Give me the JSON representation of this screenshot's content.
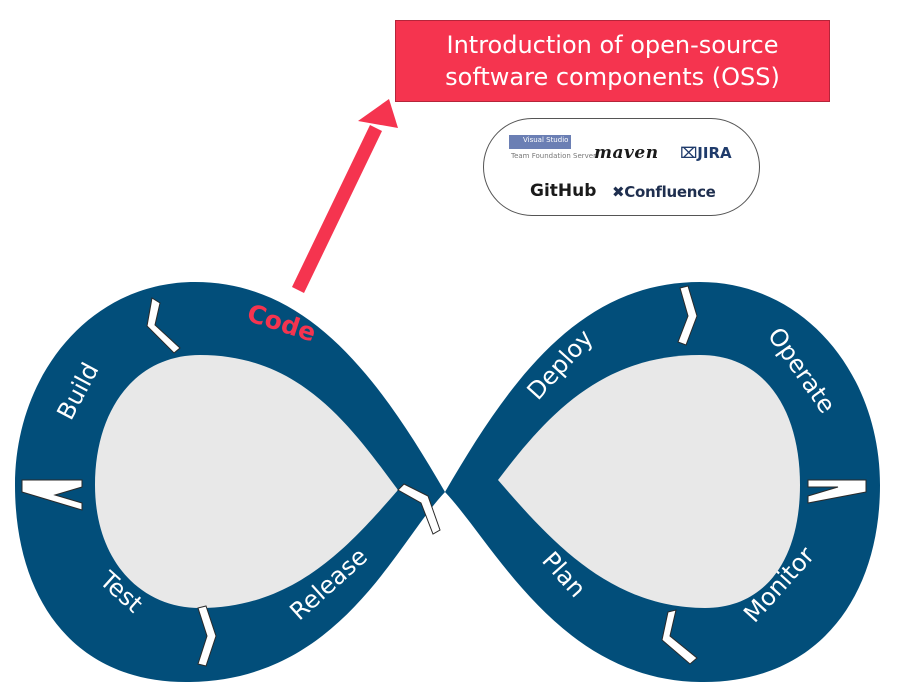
{
  "callout": {
    "line1": "Introduction of open-source",
    "line2": "software components (OSS)"
  },
  "tools": {
    "visual_studio": "Visual Studio",
    "visual_studio_sub": "Team Foundation Server",
    "maven": "maven",
    "jira": "JIRA",
    "github": "GitHub",
    "confluence": "Confluence"
  },
  "stages": {
    "code": "Code",
    "build": "Build",
    "test": "Test",
    "release": "Release",
    "deploy": "Deploy",
    "operate": "Operate",
    "monitor": "Monitor",
    "plan": "Plan"
  },
  "colors": {
    "loop": "#024e7a",
    "inner": "#e8e8e8",
    "highlight": "#f5344f",
    "label": "#ffffff"
  },
  "icons": {
    "arrow": "upward-arrow",
    "separator": "chevron"
  }
}
